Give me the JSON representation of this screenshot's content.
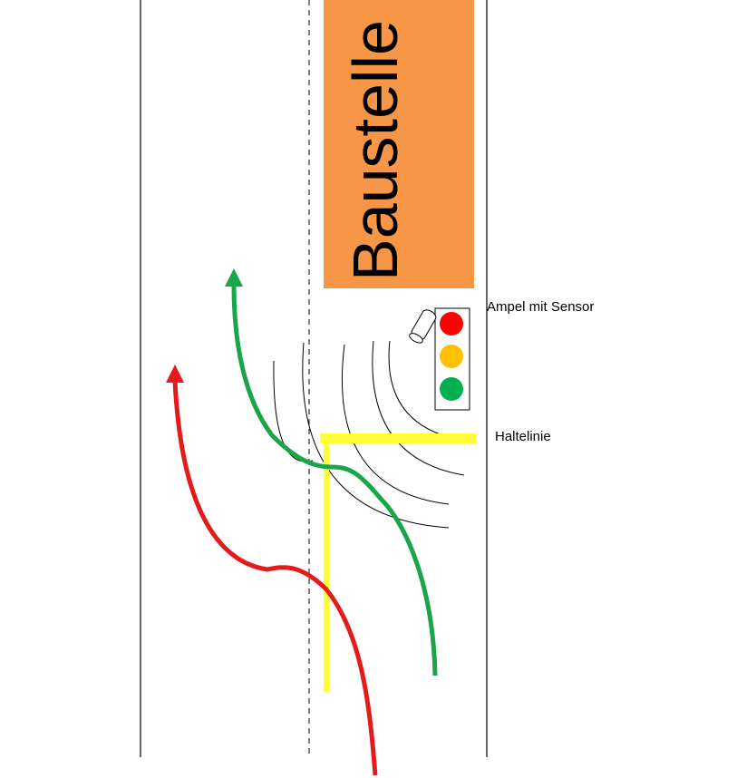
{
  "labels": {
    "construction_site": "Baustelle",
    "traffic_light_with_sensor": "Ampel mit Sensor",
    "stop_line": "Haltelinie"
  },
  "colors": {
    "construction_site": "#f79646",
    "red_path": "#e51b1b",
    "green_path": "#1aa54a",
    "stop_line": "#ffff33",
    "light_red": "#ff0000",
    "light_yellow": "#ffc000",
    "light_green": "#00b050"
  },
  "icons": {
    "traffic_light": "traffic-light-icon",
    "sensor": "sensor-icon"
  }
}
